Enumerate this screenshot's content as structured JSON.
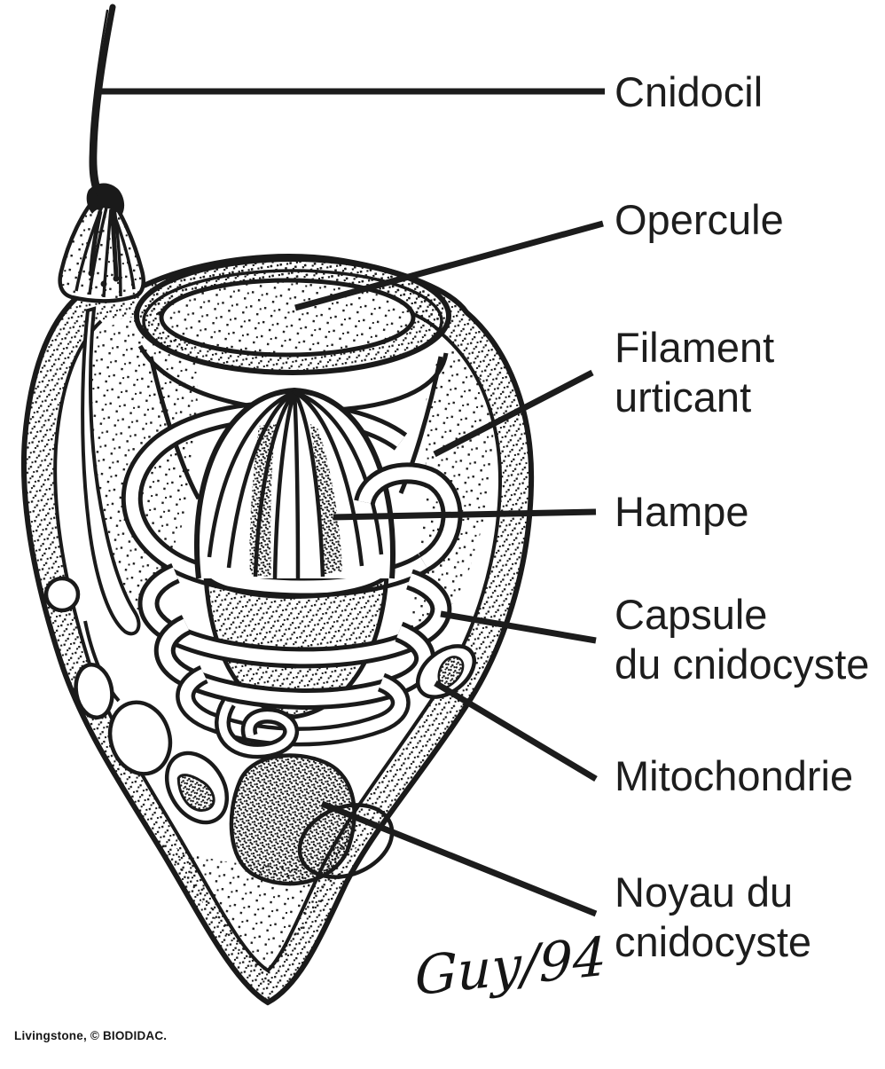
{
  "figure": {
    "subject": "cnidocyte-cell-diagram",
    "background_color": "#ffffff",
    "ink_color": "#1a1a1a",
    "labels": [
      {
        "id": "cnidocil",
        "lines": [
          "Cnidocil"
        ]
      },
      {
        "id": "opercule",
        "lines": [
          "Opercule"
        ]
      },
      {
        "id": "filament",
        "lines": [
          "Filament",
          "urticant"
        ]
      },
      {
        "id": "hampe",
        "lines": [
          "Hampe"
        ]
      },
      {
        "id": "capsule",
        "lines": [
          "Capsule",
          "du cnidocyste"
        ]
      },
      {
        "id": "mitochondrie",
        "lines": [
          "Mitochondrie"
        ]
      },
      {
        "id": "noyau",
        "lines": [
          "Noyau du",
          "cnidocyste"
        ]
      }
    ],
    "signature": "Guy/94",
    "credit": "Livingstone, © BIODIDAC."
  }
}
